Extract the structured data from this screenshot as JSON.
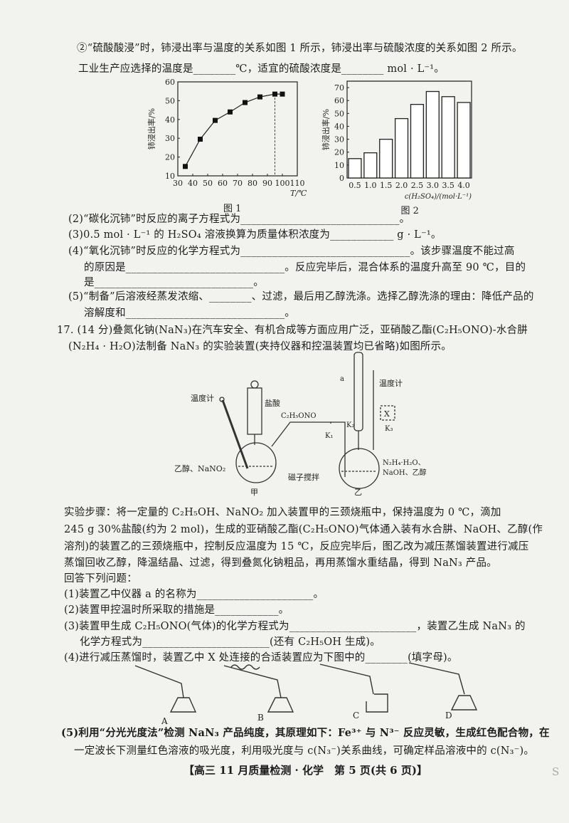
{
  "q16": {
    "part2_intro_line1": "②“硫酸酸浸”时，铈浸出率与温度的关系如图 1 所示，铈浸出率与硫酸浓度的关系如图 2 所示。",
    "part2_intro_line2": "工业生产应选择的温度是________℃，适宜的硫酸浓度是________ mol · L⁻¹。",
    "q2": "(2)“碳化沉铈”时反应的离子方程式为______________________________。",
    "q3": "(3)0.5 mol · L⁻¹ 的 H₂SO₄ 溶液换算为质量体积浓度为____________ g · L⁻¹。",
    "q4_line1": "(4)“氧化沉铈”时反应的化学方程式为________________________________。该步骤温度不能过高",
    "q4_line2": "的原因是______________________________。反应完毕后，混合体系的温度升高至 90 ℃，目的",
    "q4_line3": "是______________________________。",
    "q5_line1": "(5)“制备”后溶液经蒸发浓缩、________、过滤，最后用乙醇洗涤。选择乙醇洗涤的理由：降低产品的",
    "q5_line2": "溶解度和______________________________。"
  },
  "chart_data": [
    {
      "type": "line",
      "title": "",
      "caption": "图 1",
      "xlabel": "T/℃",
      "ylabel": "铈浸出率/%",
      "xlim": [
        30,
        110
      ],
      "ylim": [
        10,
        60
      ],
      "xticks": [
        "30",
        "40",
        "50",
        "60",
        "70",
        "80",
        "90",
        "100",
        "110"
      ],
      "yticks": [
        "10",
        "20",
        "30",
        "40",
        "50",
        "60"
      ],
      "x": [
        35,
        45,
        55,
        65,
        75,
        85,
        95,
        100
      ],
      "y": [
        15,
        29.5,
        39.5,
        44,
        49,
        52,
        53.5,
        53.5
      ],
      "reference_line_x": 95,
      "grid": false
    },
    {
      "type": "bar",
      "title": "",
      "caption": "图 2",
      "xlabel": "c(H₂SO₄)/(mol·L⁻¹)",
      "ylabel": "铈浸出率/%",
      "ylim": [
        0,
        75
      ],
      "yticks": [
        "0",
        "10",
        "20",
        "30",
        "40",
        "50",
        "60",
        "70"
      ],
      "categories": [
        "0.5",
        "1.0",
        "1.5",
        "2.0",
        "2.5",
        "3.0",
        "3.5",
        "4.0"
      ],
      "values": [
        15,
        19.5,
        30,
        46,
        57,
        67,
        63,
        58.5
      ],
      "grid": false
    }
  ],
  "q17": {
    "intro_line1": "17. (14 分)叠氮化钠(NaN₃)在汽车安全、有机合成等方面应用广泛，亚硝酸乙酯(C₂H₅ONO)-水合肼",
    "intro_line2": "(N₂H₄ · H₂O)法制备 NaN₃ 的实验装置(夹持仪器和控温装置均已省略)如图所示。",
    "diagram": {
      "thermometer_left": "温度计",
      "hcl": "盐酸",
      "gas": "C₂H₅ONO",
      "k1": "K₁",
      "k2": "K₂",
      "k3": "K₃",
      "a": "a",
      "thermometer_right": "温度计",
      "x_box": "X",
      "left_contents": "乙醇、NaNO₂",
      "stirrer": "磁子搅拌",
      "right_contents_1": "N₂H₄·H₂O、",
      "right_contents_2": "NaOH、乙醇",
      "label_jia": "甲",
      "label_yi": "乙"
    },
    "steps_line1": "实验步骤：将一定量的 C₂H₅OH、NaNO₂ 加入装置甲的三颈烧瓶中，保持温度为 0 ℃，滴加",
    "steps_line2": "245 g 30%盐酸(约为 2 mol)，生成的亚硝酸乙酯(C₂H₅ONO)气体通入装有水合肼、NaOH、乙醇(作",
    "steps_line3": "溶剂)的装置乙的三颈烧瓶中，控制反应温度为 15 ℃，反应完毕后，图乙改为减压蒸馏装置进行减压",
    "steps_line4": "蒸馏回收乙醇，降温结晶、过滤，得到叠氮化钠粗品，再用蒸馏水重结晶，得到 NaN₃ 产品。",
    "answer_prompt": "回答下列问题：",
    "q1": "(1)装置乙中仪器 a 的名称为______________________。",
    "q2": "(2)装置甲控温时所采取的措施是____________。",
    "q3_line1": "(3)装置甲生成 C₂H₅ONO(气体)的化学方程式为________________________，装置乙生成 NaN₃ 的",
    "q3_line2": "化学方程式为________________________(还有 C₂H₅OH 生成)。",
    "q4": "(4)进行减压蒸馏时，装置乙中 X 处连接的合适装置应为下图中的________(填字母)。",
    "options": [
      "A",
      "B",
      "C",
      "D"
    ],
    "q5_line1": "(5)利用“分光光度法”检测 NaN₃ 产品纯度，其原理如下：Fe³⁺ 与 N³⁻ 反应灵敏，生成红色配合物，在",
    "q5_line2": "一定波长下测量红色溶液的吸光度，利用吸光度与 c(N₃⁻)关系曲线，可确定样品溶液中的 c(N₃⁻)。"
  },
  "footer": {
    "text": "【高三 11 月质量检测 · 化学　第 5 页(共 6 页)】",
    "corner_mark": "S"
  }
}
